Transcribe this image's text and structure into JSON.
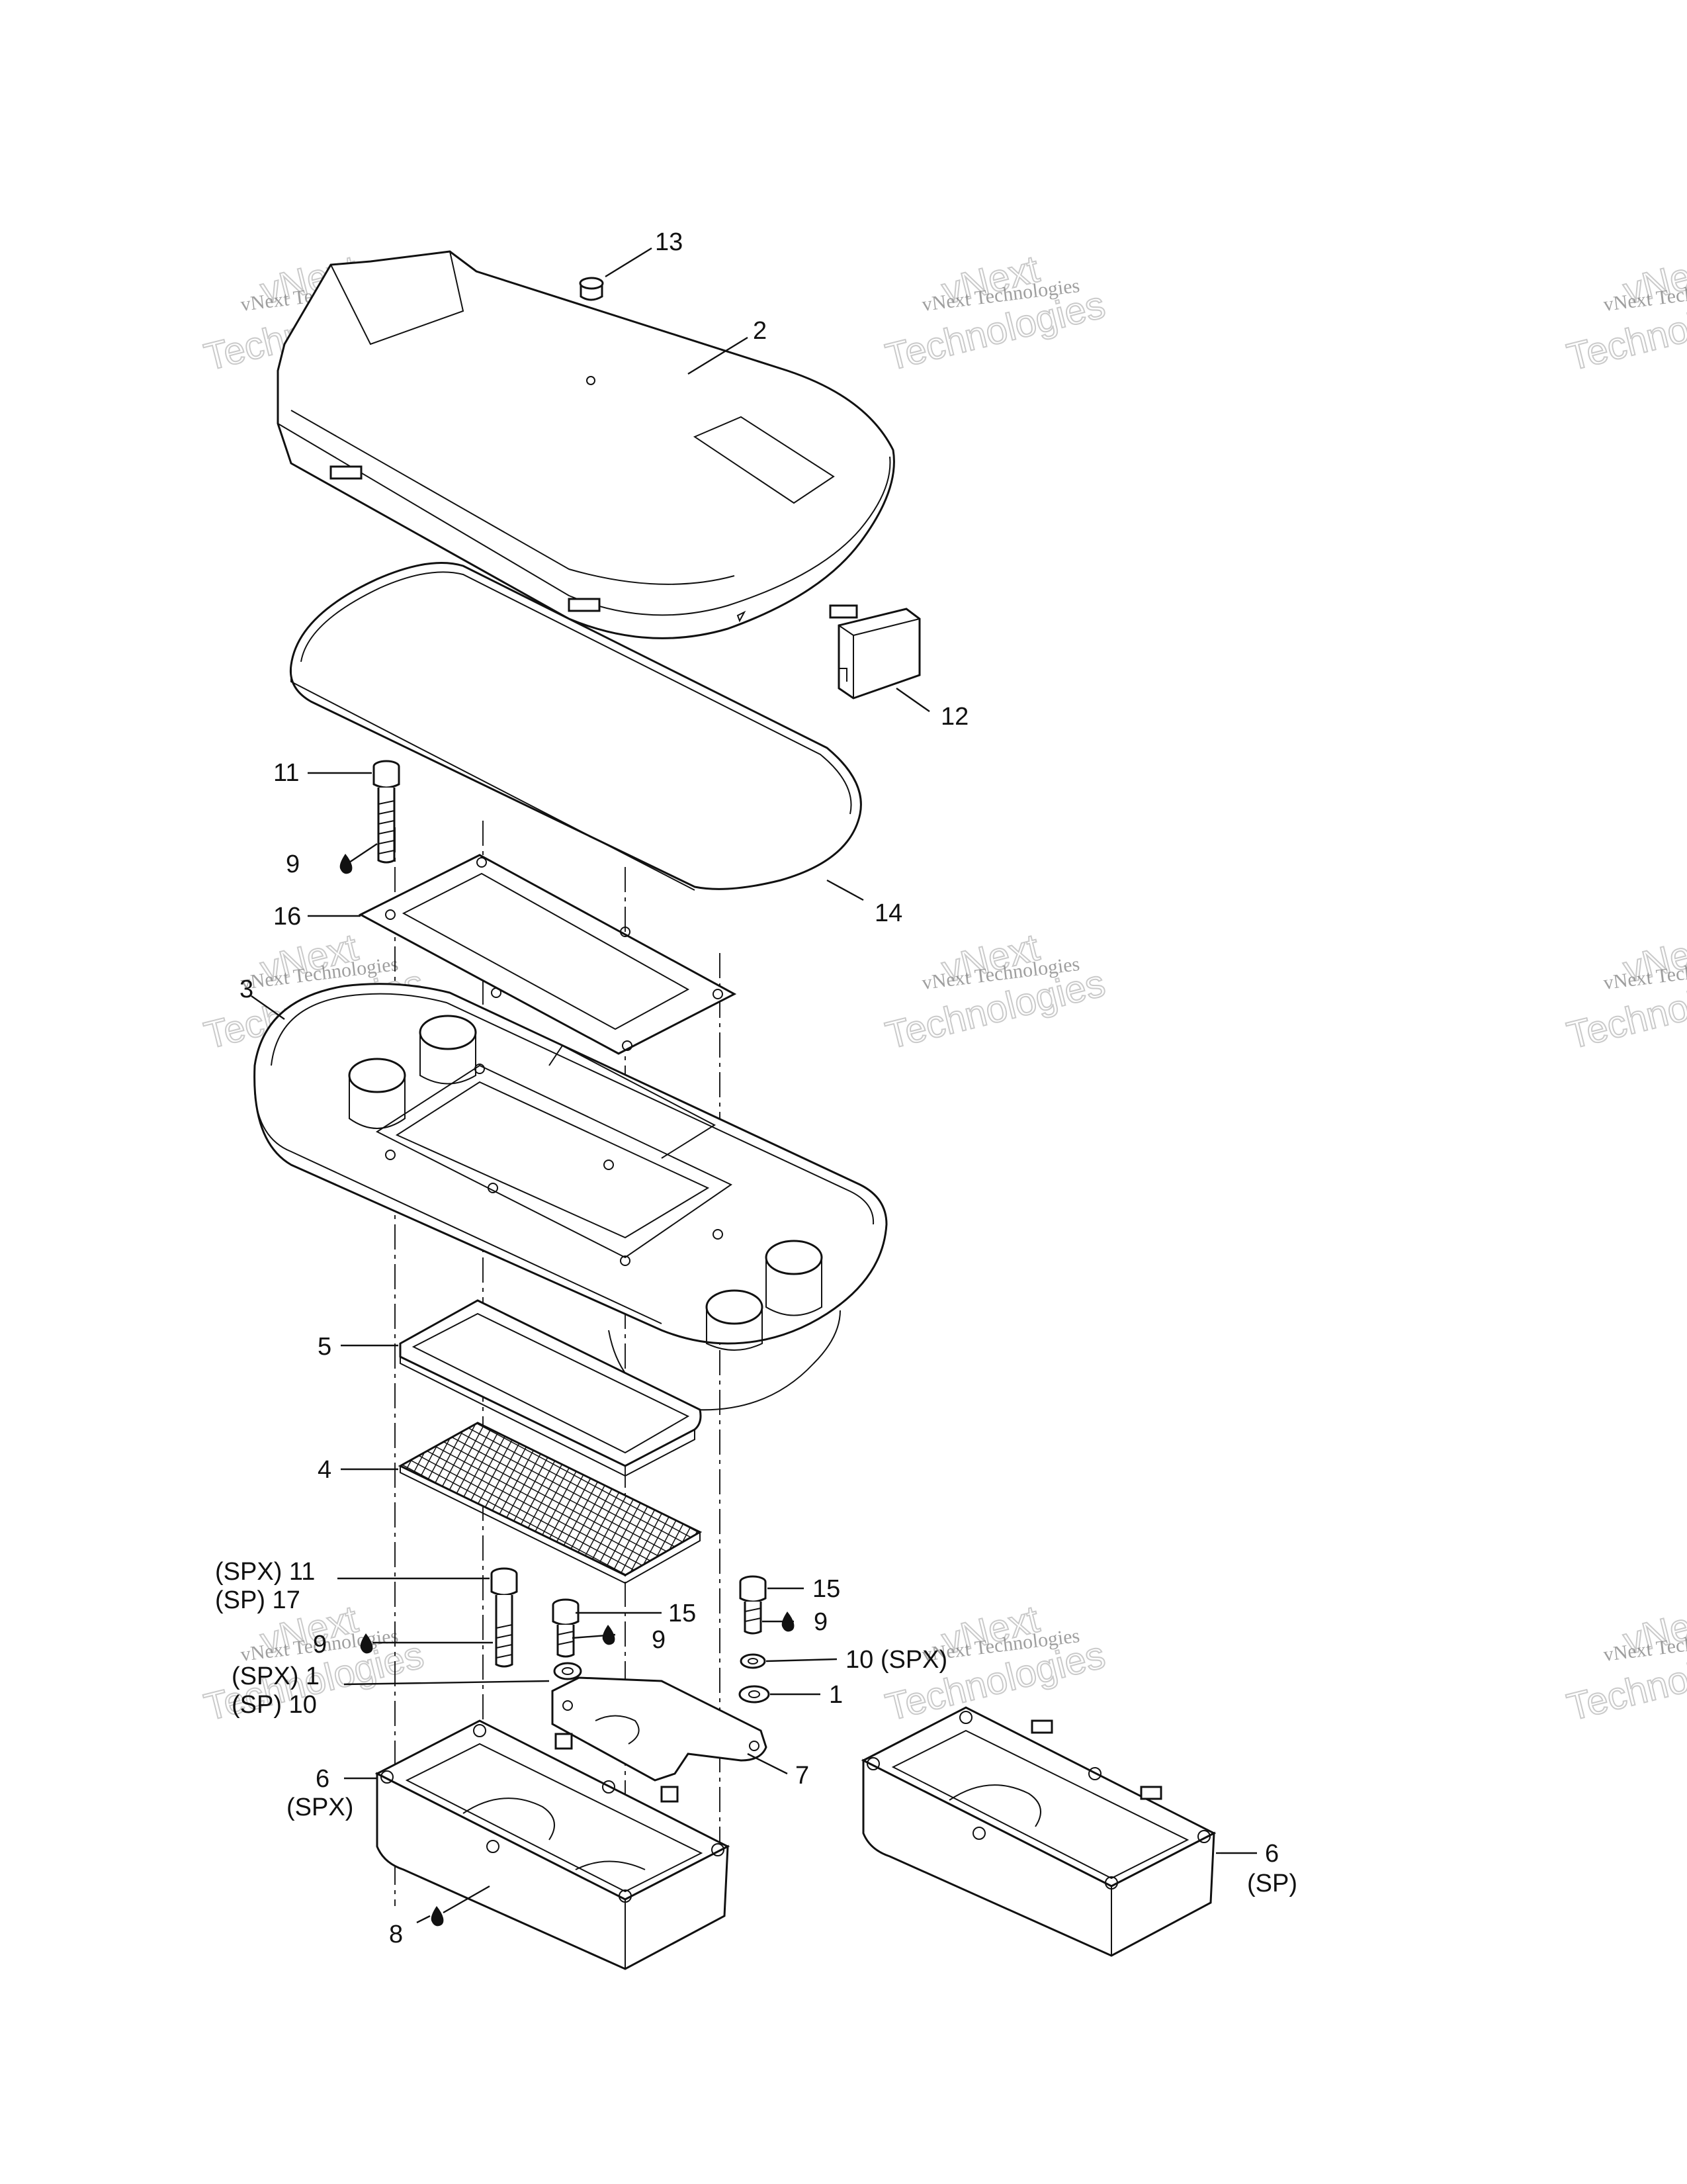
{
  "diagram": {
    "callouts": [
      {
        "id": "c13",
        "text": "13"
      },
      {
        "id": "c2",
        "text": "2"
      },
      {
        "id": "c12",
        "text": "12"
      },
      {
        "id": "c11a",
        "text": "11"
      },
      {
        "id": "c9a",
        "text": "9"
      },
      {
        "id": "c16",
        "text": "16"
      },
      {
        "id": "c14",
        "text": "14"
      },
      {
        "id": "c3",
        "text": "3"
      },
      {
        "id": "c5",
        "text": "5"
      },
      {
        "id": "c4",
        "text": "4"
      },
      {
        "id": "c11b",
        "text": "(SPX)  11"
      },
      {
        "id": "c17",
        "text": "(SP)   17"
      },
      {
        "id": "c9b",
        "text": "9"
      },
      {
        "id": "c1a",
        "text": "(SPX) 1"
      },
      {
        "id": "c10a",
        "text": "(SP)  10"
      },
      {
        "id": "c15a",
        "text": "15"
      },
      {
        "id": "c9c",
        "text": "9"
      },
      {
        "id": "c15b",
        "text": "15"
      },
      {
        "id": "c9d",
        "text": "9"
      },
      {
        "id": "c10b",
        "text": "10 (SPX)"
      },
      {
        "id": "c1b",
        "text": "1"
      },
      {
        "id": "c7",
        "text": "7"
      },
      {
        "id": "c6a",
        "text": "6"
      },
      {
        "id": "c6a_sub",
        "text": "(SPX)"
      },
      {
        "id": "c6b",
        "text": "6"
      },
      {
        "id": "c6b_sub",
        "text": "(SP)"
      },
      {
        "id": "c8",
        "text": "8"
      }
    ],
    "watermark": {
      "line1": "vNext Technologies",
      "line2": "vNext",
      "line3": "Technologies"
    },
    "colors": {
      "line": "#111111",
      "watermark": "#bdbdbd",
      "background": "#ffffff"
    }
  }
}
